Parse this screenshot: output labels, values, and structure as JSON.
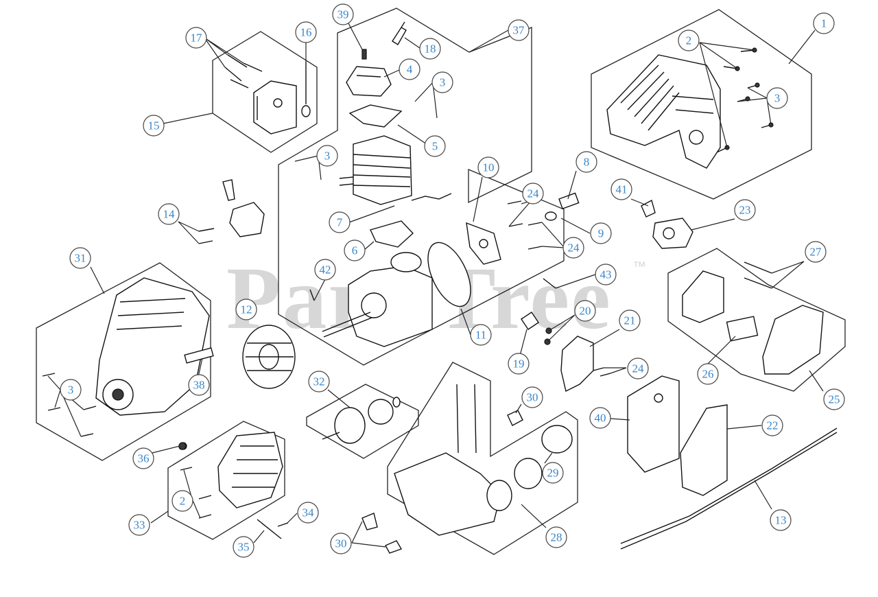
{
  "watermark": {
    "text": "PartsTree",
    "trademark": "™"
  },
  "callouts": [
    {
      "label": "1"
    },
    {
      "label": "2"
    },
    {
      "label": "3"
    },
    {
      "label": "39"
    },
    {
      "label": "18"
    },
    {
      "label": "37"
    },
    {
      "label": "17"
    },
    {
      "label": "16"
    },
    {
      "label": "15"
    },
    {
      "label": "4"
    },
    {
      "label": "3"
    },
    {
      "label": "5"
    },
    {
      "label": "3"
    },
    {
      "label": "3"
    },
    {
      "label": "10"
    },
    {
      "label": "8"
    },
    {
      "label": "24"
    },
    {
      "label": "41"
    },
    {
      "label": "23"
    },
    {
      "label": "14"
    },
    {
      "label": "7"
    },
    {
      "label": "9"
    },
    {
      "label": "6"
    },
    {
      "label": "24"
    },
    {
      "label": "31"
    },
    {
      "label": "42"
    },
    {
      "label": "43"
    },
    {
      "label": "27"
    },
    {
      "label": "12"
    },
    {
      "label": "20"
    },
    {
      "label": "21"
    },
    {
      "label": "11"
    },
    {
      "label": "19"
    },
    {
      "label": "24"
    },
    {
      "label": "26"
    },
    {
      "label": "3"
    },
    {
      "label": "38"
    },
    {
      "label": "32"
    },
    {
      "label": "30"
    },
    {
      "label": "25"
    },
    {
      "label": "40"
    },
    {
      "label": "22"
    },
    {
      "label": "36"
    },
    {
      "label": "29"
    },
    {
      "label": "2"
    },
    {
      "label": "34"
    },
    {
      "label": "33"
    },
    {
      "label": "35"
    },
    {
      "label": "30"
    },
    {
      "label": "28"
    },
    {
      "label": "13"
    }
  ]
}
